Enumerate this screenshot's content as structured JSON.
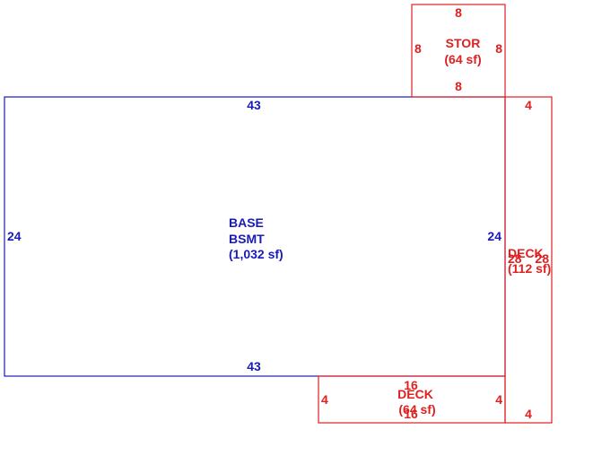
{
  "colors": {
    "base": "#1a1ab8",
    "addition": "#e02020",
    "background": "#ffffff"
  },
  "areas": {
    "base": {
      "label_line1": "BASE",
      "label_line2": "BSMT",
      "area": "(1,032 sf)",
      "dims": {
        "top": "43",
        "bottom": "43",
        "left": "24",
        "right": "24"
      }
    },
    "stor": {
      "label": "STOR",
      "area": "(64 sf)",
      "dims": {
        "top": "8",
        "bottom": "8",
        "left": "8",
        "right": "8"
      }
    },
    "deck_right": {
      "label": "DECK",
      "area": "(112 sf)",
      "dims": {
        "top": "4",
        "bottom": "4",
        "left": "28",
        "right": "28"
      }
    },
    "deck_bottom": {
      "label": "DECK",
      "area": "(64 sf)",
      "dims": {
        "top": "16",
        "bottom": "16",
        "left": "4",
        "right": "4"
      }
    }
  }
}
